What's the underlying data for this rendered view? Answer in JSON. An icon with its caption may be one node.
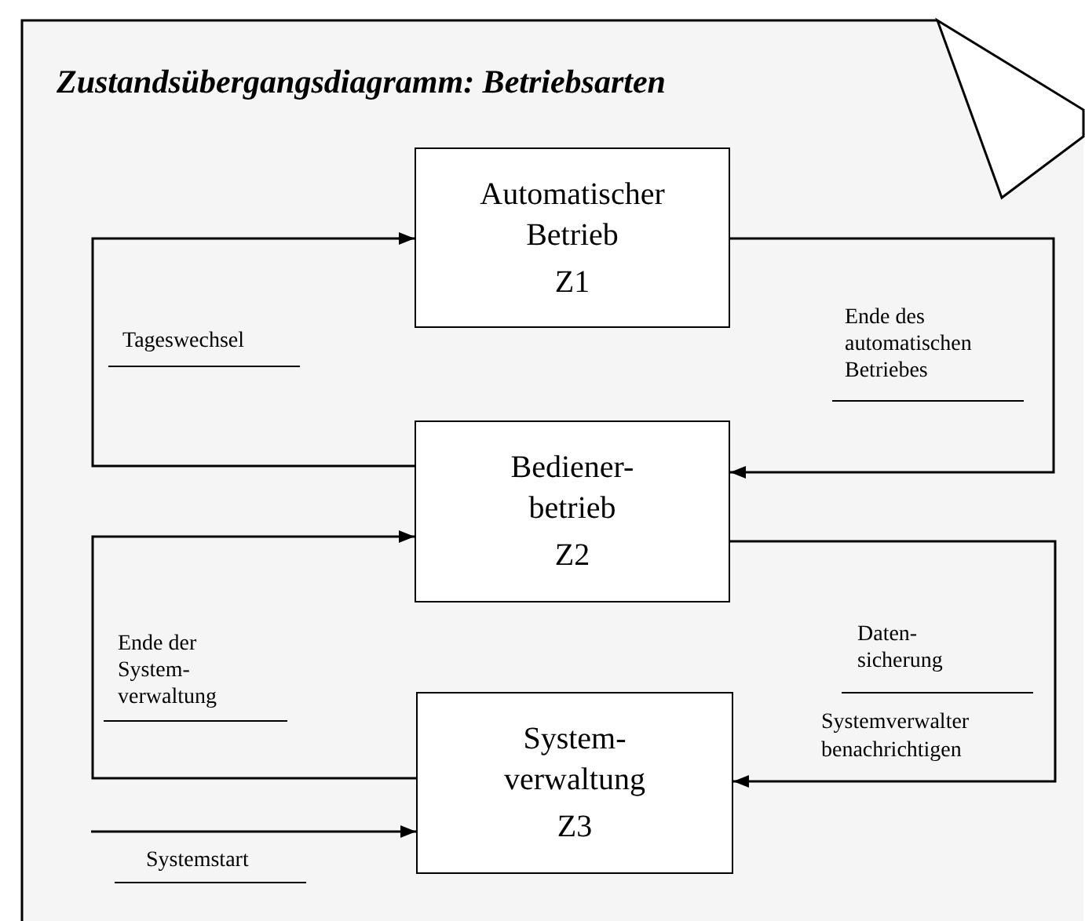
{
  "diagram": {
    "title": "Zustandsübergangsdiagramm: Betriebsarten",
    "nodes": [
      {
        "text": [
          "Automatischer Betrieb",
          "Z1"
        ]
      },
      {
        "text": [
          "Bediener- betrieb",
          "Z2"
        ]
      },
      {
        "text": [
          "System- verwaltung",
          "Z3"
        ]
      }
    ],
    "edges": [
      {
        "from": 1,
        "to": 0,
        "arrow": "to",
        "label": "Tageswechsel"
      },
      {
        "from": 0,
        "to": 1,
        "arrow": "to",
        "label": "Ende des automatischen Betriebes"
      },
      {
        "from": 2,
        "to": 1,
        "arrow": "to",
        "label": "Ende der System- verwaltung"
      },
      {
        "from": 1,
        "to": 2,
        "arrow": "to",
        "label": "Daten- sicherung"
      },
      {
        "from": null,
        "to": 2,
        "arrow": "to",
        "label": "Systemstart"
      }
    ],
    "labels": [
      "Systemverwalter benachrichtigen"
    ]
  }
}
